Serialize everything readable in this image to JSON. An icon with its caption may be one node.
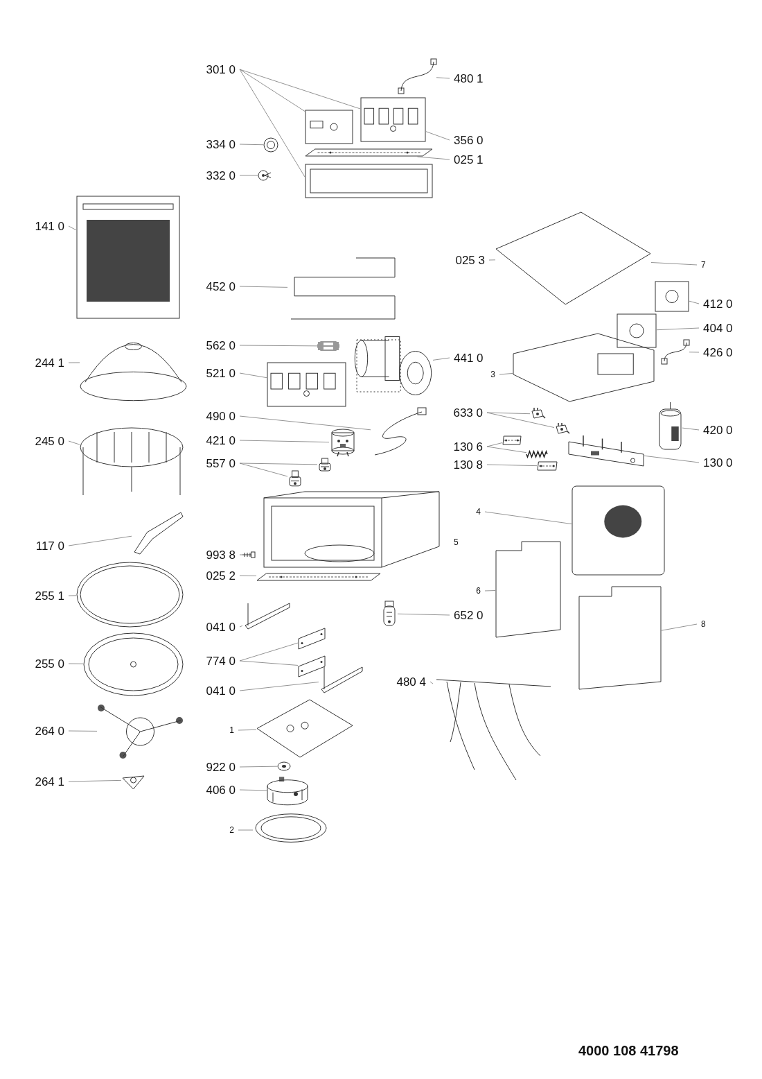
{
  "diagram": {
    "nodes": [
      {
        "text": [
          "301 0"
        ]
      },
      {
        "text": [],
        "shape": "picture"
      },
      {
        "text": [],
        "shape": "picture"
      },
      {
        "text": [],
        "shape": "picture"
      },
      {
        "text": [
          "480 1"
        ]
      },
      {
        "text": [],
        "shape": "picture"
      },
      {
        "text": [
          "356 0"
        ]
      },
      {
        "text": [
          "334 0"
        ]
      },
      {
        "text": [],
        "shape": "picture"
      },
      {
        "text": [
          "025 1"
        ]
      },
      {
        "text": [],
        "shape": "picture"
      },
      {
        "text": [
          "332 0"
        ]
      },
      {
        "text": [],
        "shape": "picture"
      },
      {
        "text": [
          "141 0"
        ]
      },
      {
        "text": [],
        "shape": "picture"
      },
      {
        "text": [
          "452 0"
        ]
      },
      {
        "text": [],
        "shape": "picture"
      },
      {
        "text": [
          "025 3"
        ]
      },
      {
        "text": [],
        "shape": "picture"
      },
      {
        "text": [
          "7"
        ]
      },
      {
        "text": [
          "412 0"
        ]
      },
      {
        "text": [],
        "shape": "picture"
      },
      {
        "text": [
          "404 0"
        ]
      },
      {
        "text": [],
        "shape": "picture"
      },
      {
        "text": [
          "562 0"
        ]
      },
      {
        "text": [],
        "shape": "picture"
      },
      {
        "text": [
          "441 0"
        ]
      },
      {
        "text": [],
        "shape": "picture"
      },
      {
        "text": [
          "244 1"
        ]
      },
      {
        "text": [],
        "shape": "picture"
      },
      {
        "text": [
          "426 0"
        ]
      },
      {
        "text": [],
        "shape": "picture"
      },
      {
        "text": [
          "521 0"
        ]
      },
      {
        "text": [],
        "shape": "picture"
      },
      {
        "text": [
          "3"
        ]
      },
      {
        "text": [],
        "shape": "picture"
      },
      {
        "text": [
          "490 0"
        ]
      },
      {
        "text": [],
        "shape": "picture"
      },
      {
        "text": [
          "633 0"
        ]
      },
      {
        "text": [],
        "shape": "picture"
      },
      {
        "text": [],
        "shape": "picture"
      },
      {
        "text": [
          "420 0"
        ]
      },
      {
        "text": [],
        "shape": "picture"
      },
      {
        "text": [
          "245 0"
        ]
      },
      {
        "text": [],
        "shape": "picture"
      },
      {
        "text": [
          "421 0"
        ]
      },
      {
        "text": [],
        "shape": "picture"
      },
      {
        "text": [
          "130 6"
        ]
      },
      {
        "text": [],
        "shape": "picture"
      },
      {
        "text": [],
        "shape": "picture"
      },
      {
        "text": [
          "557 0"
        ]
      },
      {
        "text": [],
        "shape": "picture"
      },
      {
        "text": [],
        "shape": "picture"
      },
      {
        "text": [
          "130 8"
        ]
      },
      {
        "text": [],
        "shape": "picture"
      },
      {
        "text": [
          "130 0"
        ]
      },
      {
        "text": [],
        "shape": "picture"
      },
      {
        "text": [
          "4"
        ]
      },
      {
        "text": [],
        "shape": "picture"
      },
      {
        "text": [
          "117 0"
        ]
      },
      {
        "text": [],
        "shape": "picture"
      },
      {
        "text": [
          "993 8"
        ]
      },
      {
        "text": [],
        "shape": "picture"
      },
      {
        "text": [
          "025 2"
        ]
      },
      {
        "text": [],
        "shape": "picture"
      },
      {
        "text": [
          "6"
        ]
      },
      {
        "text": [],
        "shape": "picture"
      },
      {
        "text": [
          "255 1"
        ]
      },
      {
        "text": [],
        "shape": "picture"
      },
      {
        "text": [
          "041 0"
        ]
      },
      {
        "text": [],
        "shape": "picture"
      },
      {
        "text": [
          "652 0"
        ]
      },
      {
        "text": [],
        "shape": "picture"
      },
      {
        "text": [
          "8"
        ]
      },
      {
        "text": [],
        "shape": "picture"
      },
      {
        "text": [
          "255 0"
        ]
      },
      {
        "text": [],
        "shape": "picture"
      },
      {
        "text": [
          "774 0"
        ]
      },
      {
        "text": [],
        "shape": "picture"
      },
      {
        "text": [],
        "shape": "picture"
      },
      {
        "text": [
          "480 4"
        ]
      },
      {
        "text": [],
        "shape": "picture"
      },
      {
        "text": [
          "041 0"
        ]
      },
      {
        "text": [],
        "shape": "picture"
      },
      {
        "text": [
          "264 0"
        ]
      },
      {
        "text": [],
        "shape": "picture"
      },
      {
        "text": [
          "1"
        ]
      },
      {
        "text": [],
        "shape": "picture"
      },
      {
        "text": [
          "922 0"
        ]
      },
      {
        "text": [],
        "shape": "picture"
      },
      {
        "text": [
          "264 1"
        ]
      },
      {
        "text": [],
        "shape": "picture"
      },
      {
        "text": [
          "406 0"
        ]
      },
      {
        "text": [],
        "shape": "picture"
      },
      {
        "text": [
          "2"
        ]
      },
      {
        "text": [],
        "shape": "picture"
      }
    ],
    "edges": [
      {
        "from": 0,
        "to": 1,
        "arrow": "none"
      },
      {
        "from": 0,
        "to": 2,
        "arrow": "none"
      },
      {
        "from": 0,
        "to": 3,
        "arrow": "none"
      },
      {
        "from": 4,
        "to": 5,
        "arrow": "none"
      },
      {
        "from": 6,
        "to": 1,
        "arrow": "none"
      },
      {
        "from": 7,
        "to": 8,
        "arrow": "none"
      },
      {
        "from": 9,
        "to": 10,
        "arrow": "none"
      },
      {
        "from": 11,
        "to": 12,
        "arrow": "none"
      },
      {
        "from": 13,
        "to": 14,
        "arrow": "none"
      },
      {
        "from": 15,
        "to": 16,
        "arrow": "none"
      },
      {
        "from": 17,
        "to": 18,
        "arrow": "none"
      },
      {
        "from": 19,
        "to": 18,
        "arrow": "none"
      },
      {
        "from": 20,
        "to": 21,
        "arrow": "none"
      },
      {
        "from": 22,
        "to": 23,
        "arrow": "none"
      },
      {
        "from": 24,
        "to": 25,
        "arrow": "none"
      },
      {
        "from": 26,
        "to": 27,
        "arrow": "none"
      },
      {
        "from": 28,
        "to": 29,
        "arrow": "none"
      },
      {
        "from": 30,
        "to": 31,
        "arrow": "none"
      },
      {
        "from": 32,
        "to": 33,
        "arrow": "none"
      },
      {
        "from": 34,
        "to": 35,
        "arrow": "none"
      },
      {
        "from": 36,
        "to": 37,
        "arrow": "none"
      },
      {
        "from": 38,
        "to": 39,
        "arrow": "none"
      },
      {
        "from": 38,
        "to": 40,
        "arrow": "none"
      },
      {
        "from": 41,
        "to": 42,
        "arrow": "none"
      },
      {
        "from": 43,
        "to": 44,
        "arrow": "none"
      },
      {
        "from": 45,
        "to": 46,
        "arrow": "none"
      },
      {
        "from": 47,
        "to": 48,
        "arrow": "none"
      },
      {
        "from": 47,
        "to": 49,
        "arrow": "none"
      },
      {
        "from": 50,
        "to": 51,
        "arrow": "none"
      },
      {
        "from": 50,
        "to": 52,
        "arrow": "none"
      },
      {
        "from": 53,
        "to": 54,
        "arrow": "none"
      },
      {
        "from": 55,
        "to": 56,
        "arrow": "none"
      },
      {
        "from": 57,
        "to": 58,
        "arrow": "none"
      },
      {
        "from": 59,
        "to": 60,
        "arrow": "none"
      },
      {
        "from": 61,
        "to": 62,
        "arrow": "none"
      },
      {
        "from": 63,
        "to": 64,
        "arrow": "none"
      },
      {
        "from": 65,
        "to": 66,
        "arrow": "none"
      },
      {
        "from": 67,
        "to": 68,
        "arrow": "none"
      },
      {
        "from": 69,
        "to": 70,
        "arrow": "none"
      },
      {
        "from": 71,
        "to": 72,
        "arrow": "none"
      },
      {
        "from": 73,
        "to": 74,
        "arrow": "none"
      },
      {
        "from": 75,
        "to": 76,
        "arrow": "none"
      },
      {
        "from": 77,
        "to": 78,
        "arrow": "none"
      },
      {
        "from": 77,
        "to": 79,
        "arrow": "none"
      },
      {
        "from": 80,
        "to": 81,
        "arrow": "none"
      },
      {
        "from": 82,
        "to": 83,
        "arrow": "none"
      },
      {
        "from": 84,
        "to": 85,
        "arrow": "none"
      },
      {
        "from": 86,
        "to": 87,
        "arrow": "none"
      },
      {
        "from": 88,
        "to": 89,
        "arrow": "none"
      },
      {
        "from": 90,
        "to": 91,
        "arrow": "none"
      },
      {
        "from": 92,
        "to": 93,
        "arrow": "none"
      },
      {
        "from": 94,
        "to": 95,
        "arrow": "none"
      }
    ],
    "labels": [
      "5",
      "4000 108 41798"
    ]
  }
}
